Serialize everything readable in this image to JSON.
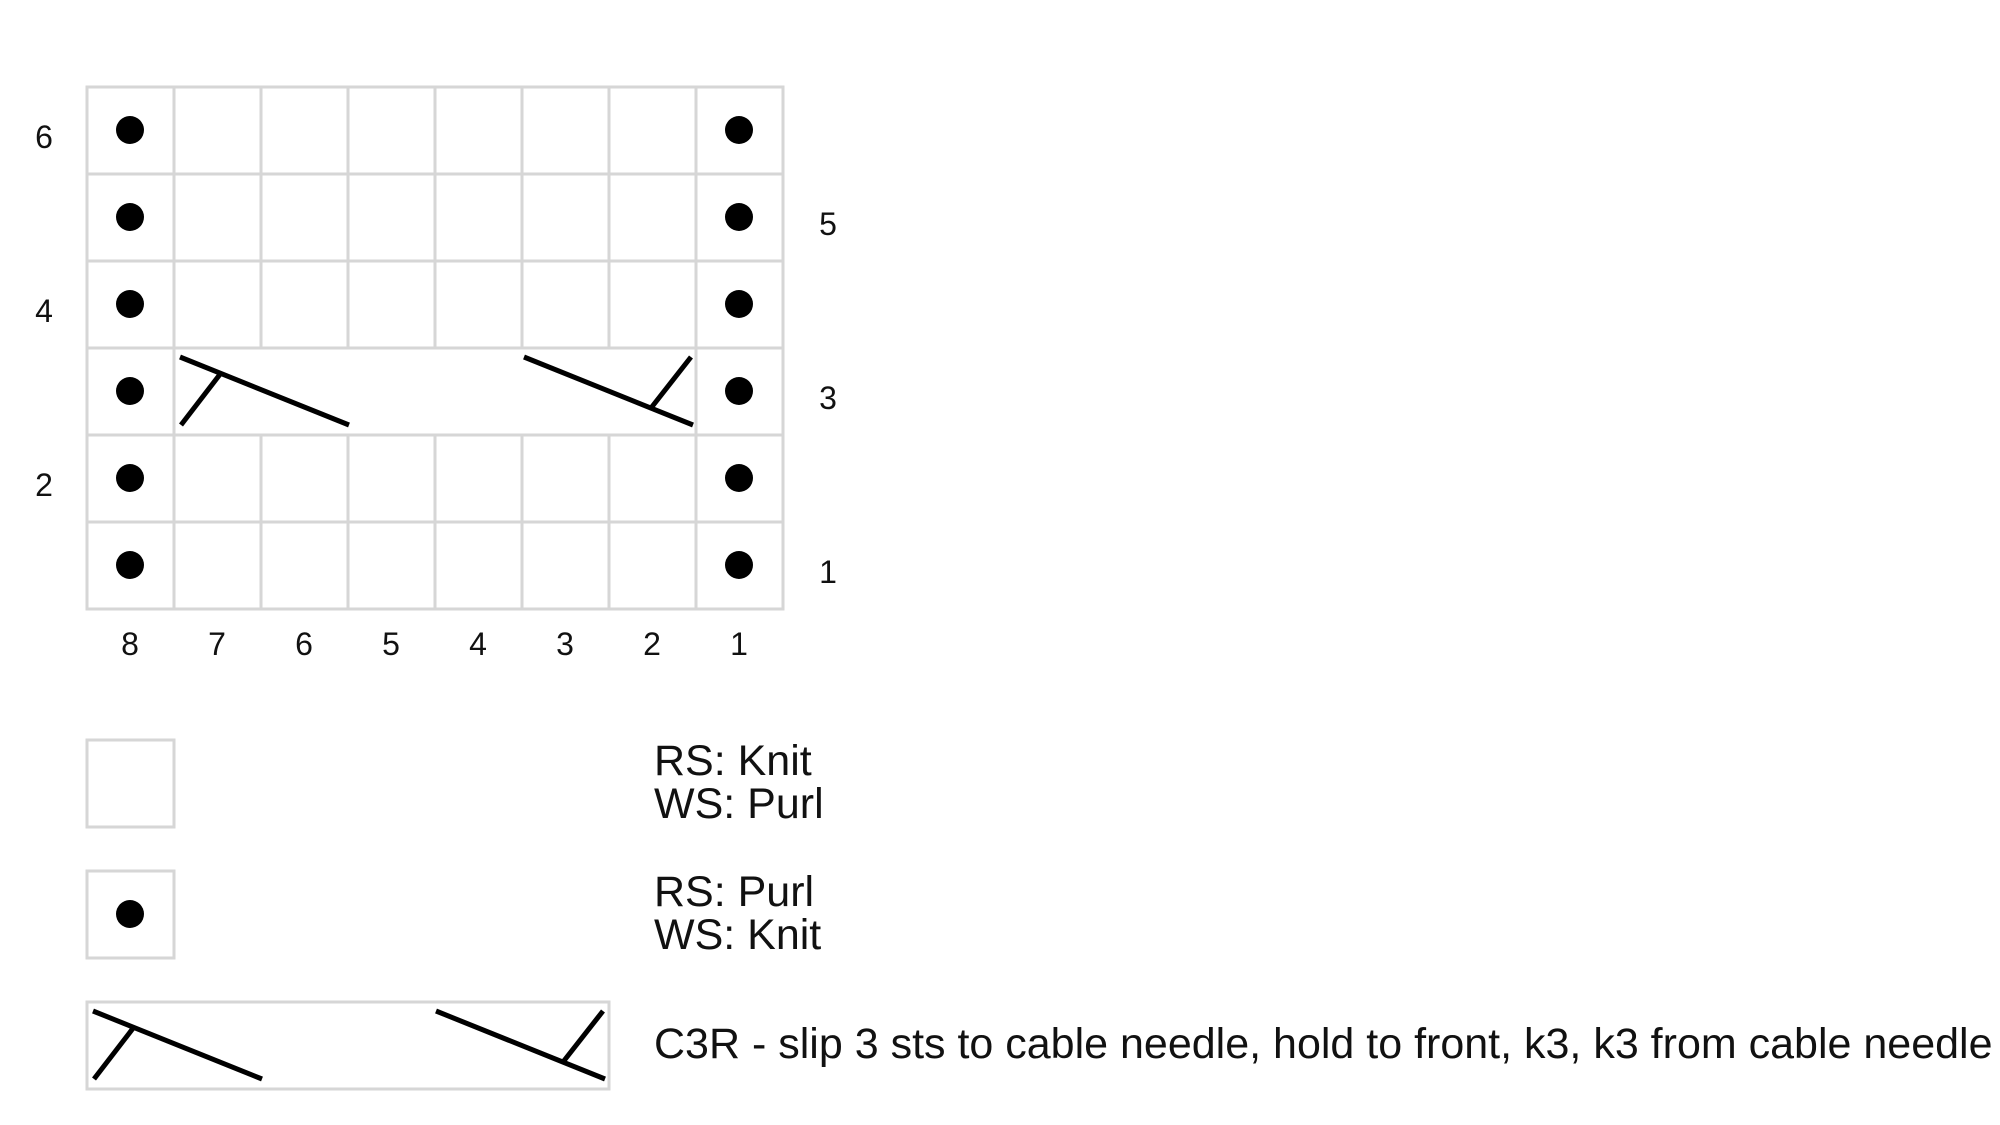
{
  "chart": {
    "rows": 6,
    "columns": 8,
    "row_labels_left": [
      "6",
      "4",
      "2"
    ],
    "row_labels_right": [
      "5",
      "3",
      "1"
    ],
    "column_labels": [
      "8",
      "7",
      "6",
      "5",
      "4",
      "3",
      "2",
      "1"
    ],
    "purl_columns": [
      8,
      1
    ],
    "cable_row": 3,
    "cable_columns": [
      7,
      6,
      5,
      4,
      3,
      2
    ]
  },
  "legend": {
    "knit": {
      "rs": "RS: Knit",
      "ws": "WS: Purl"
    },
    "purl": {
      "rs": "RS: Purl",
      "ws": "WS: Knit"
    },
    "cable": {
      "text": "C3R - slip 3 sts to cable needle, hold to front, k3, k3 from cable needle"
    }
  },
  "colors": {
    "grid": "#d6d6d6",
    "symbol": "#000000",
    "text": "#111111"
  }
}
